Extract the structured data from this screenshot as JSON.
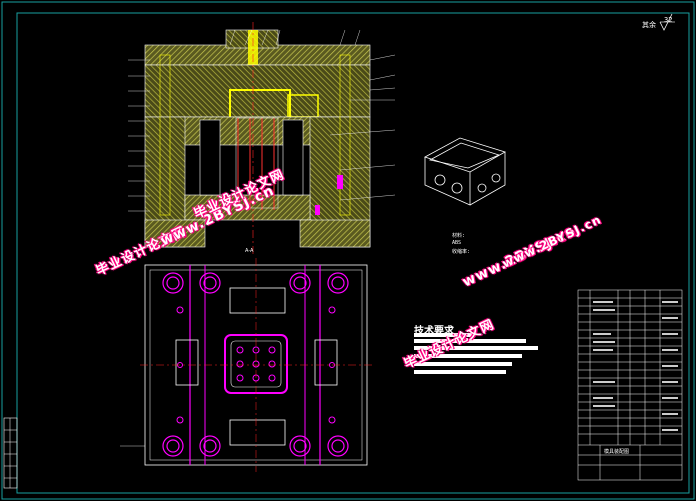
{
  "sheet": {
    "top_right_mark": "32",
    "section_label": "A-A",
    "part_note": [
      "材料:",
      "ABS",
      "收缩率:"
    ],
    "tech_requirements_title": "技术要求",
    "title_block_name": "模具装配图"
  },
  "watermarks": [
    {
      "line1": "毕业设计论文网",
      "line2": "www.2BYSJ.cn"
    },
    {
      "line1": "毕业设计论文网",
      "line2": "www.2BYSJ.cn"
    },
    {
      "line1": "毕业设计论文网",
      "line2": "www.2BYSJ.cn"
    }
  ],
  "colors": {
    "background": "#000000",
    "mold_hatch": "#c8c850",
    "outline": "#ffffff",
    "centerline": "#ff2020",
    "highlight_yellow": "#ffff00",
    "magenta": "#ff00ff",
    "border": "#19a0a0",
    "watermark": "#ff0080"
  }
}
